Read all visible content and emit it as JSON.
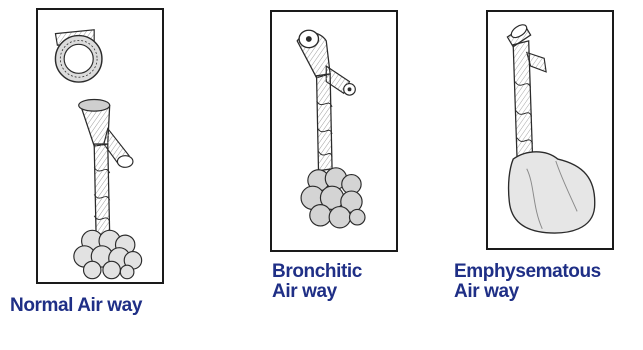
{
  "figures": [
    {
      "id": "normal",
      "caption_lines": [
        "Normal Air way"
      ]
    },
    {
      "id": "bronchitic",
      "caption_lines": [
        "Bronchitic",
        "Air way"
      ]
    },
    {
      "id": "emphysematous",
      "caption_lines": [
        "Emphysematous",
        "Air way"
      ]
    }
  ],
  "colors": {
    "caption_text": "#1f2f86",
    "frame_border": "#1a1a1a",
    "ink": "#2b2b2b",
    "shade": "#9a9a9a"
  }
}
